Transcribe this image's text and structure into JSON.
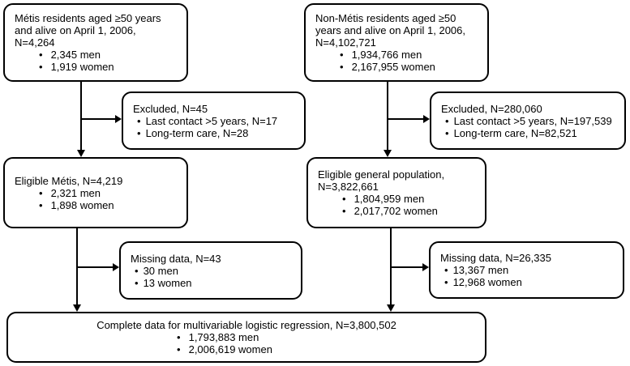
{
  "ui": {
    "bullet": "•"
  },
  "colors": {
    "ink": "#000000",
    "paper": "#ffffff"
  },
  "flowchart": {
    "metis_cohort": {
      "lines": [
        "Métis residents aged ≥50 years",
        "and alive on April 1, 2006,",
        "N=4,264"
      ],
      "bullets": [
        "2,345 men",
        "1,919 women"
      ]
    },
    "nonmetis_cohort": {
      "lines": [
        "Non-Métis residents aged ≥50",
        "years and alive on April 1, 2006,",
        "N=4,102,721"
      ],
      "bullets": [
        "1,934,766 men",
        "2,167,955 women"
      ]
    },
    "metis_excluded": {
      "title": "Excluded, N=45",
      "bullets": [
        "Last contact >5 years, N=17",
        "Long-term care, N=28"
      ]
    },
    "nonmetis_excluded": {
      "title": "Excluded, N=280,060",
      "bullets": [
        "Last contact >5 years, N=197,539",
        "Long-term care, N=82,521"
      ]
    },
    "metis_eligible": {
      "lines": [
        "Eligible Métis, N=4,219"
      ],
      "bullets": [
        "2,321 men",
        "1,898 women"
      ]
    },
    "general_eligible": {
      "lines": [
        "Eligible general population,",
        "N=3,822,661"
      ],
      "bullets": [
        "1,804,959 men",
        "2,017,702 women"
      ]
    },
    "metis_missing": {
      "title": "Missing data, N=43",
      "bullets": [
        "30 men",
        "13 women"
      ]
    },
    "nonmetis_missing": {
      "title": "Missing data, N=26,335",
      "bullets": [
        "13,367 men",
        "12,968 women"
      ]
    },
    "complete": {
      "title": "Complete data for multivariable logistic regression, N=3,800,502",
      "bullets": [
        "1,793,883 men",
        "2,006,619 women"
      ]
    }
  }
}
